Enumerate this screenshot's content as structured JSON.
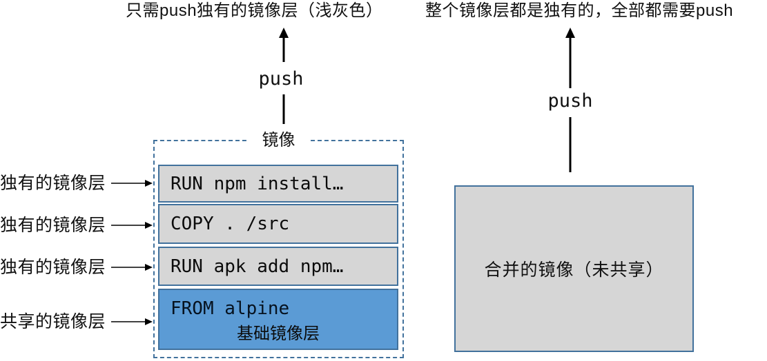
{
  "captions": {
    "left": "只需push独有的镜像层（浅灰色）",
    "right": "整个镜像层都是独有的，全部都需要push"
  },
  "push_arrows": {
    "left_label": "push",
    "right_label": "push"
  },
  "image_box": {
    "title": "镜像",
    "layers": [
      {
        "text": "RUN npm install…",
        "type": "unique"
      },
      {
        "text": "COPY . /src",
        "type": "unique"
      },
      {
        "text": "RUN apk add npm…",
        "type": "unique"
      },
      {
        "text": "FROM alpine",
        "sublabel": "基础镜像层",
        "type": "shared"
      }
    ]
  },
  "side_labels": [
    {
      "text": "独有的镜像层"
    },
    {
      "text": "独有的镜像层"
    },
    {
      "text": "独有的镜像层"
    },
    {
      "text": "共享的镜像层"
    }
  ],
  "merged_box": {
    "label": "合并的镜像（未共享）"
  },
  "colors": {
    "shared_layer": "#5B9BD5",
    "unique_layer": "#D6D6D6",
    "border": "#41719C"
  }
}
